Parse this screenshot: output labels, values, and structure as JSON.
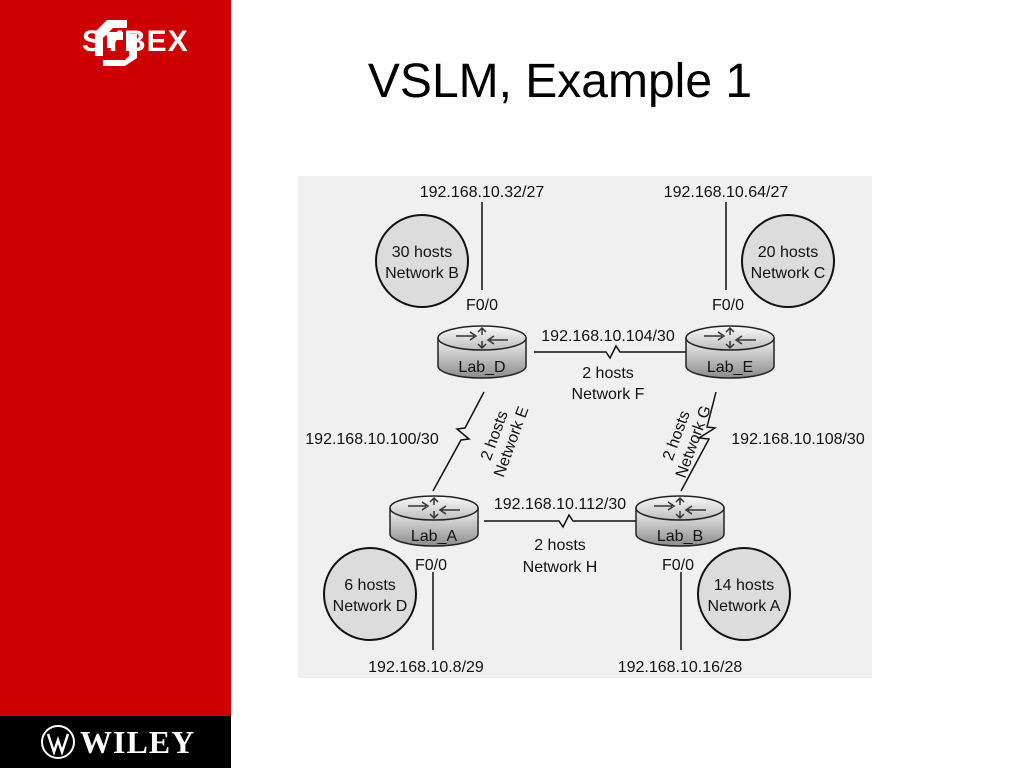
{
  "branding": {
    "sybex": "SYBEX",
    "wiley": "WILEY"
  },
  "title": "VSLM, Example 1",
  "colors": {
    "sidebar": "#cc0000",
    "footer": "#000000",
    "diagram_bg": "#f0f0f0",
    "circle_fill": "#dcdcdc"
  },
  "routers": {
    "lab_d": {
      "name": "Lab_D",
      "port": "F0/0"
    },
    "lab_e": {
      "name": "Lab_E",
      "port": "F0/0"
    },
    "lab_a": {
      "name": "Lab_A",
      "port": "F0/0"
    },
    "lab_b": {
      "name": "Lab_B",
      "port": "F0/0"
    }
  },
  "lan_networks": {
    "b": {
      "hosts": "30 hosts",
      "name": "Network B",
      "subnet": "192.168.10.32/27"
    },
    "c": {
      "hosts": "20 hosts",
      "name": "Network C",
      "subnet": "192.168.10.64/27"
    },
    "d": {
      "hosts": "6 hosts",
      "name": "Network D",
      "subnet": "192.168.10.8/29"
    },
    "a": {
      "hosts": "14 hosts",
      "name": "Network A",
      "subnet": "192.168.10.16/28"
    }
  },
  "wan_links": {
    "f": {
      "subnet": "192.168.10.104/30",
      "hosts": "2 hosts",
      "name": "Network F"
    },
    "e": {
      "subnet": "192.168.10.100/30",
      "hosts": "2 hosts",
      "name": "Network E"
    },
    "g": {
      "subnet": "192.168.10.108/30",
      "hosts": "2 hosts",
      "name": "Network G"
    },
    "h": {
      "subnet": "192.168.10.112/30",
      "hosts": "2 hosts",
      "name": "Network H"
    }
  }
}
